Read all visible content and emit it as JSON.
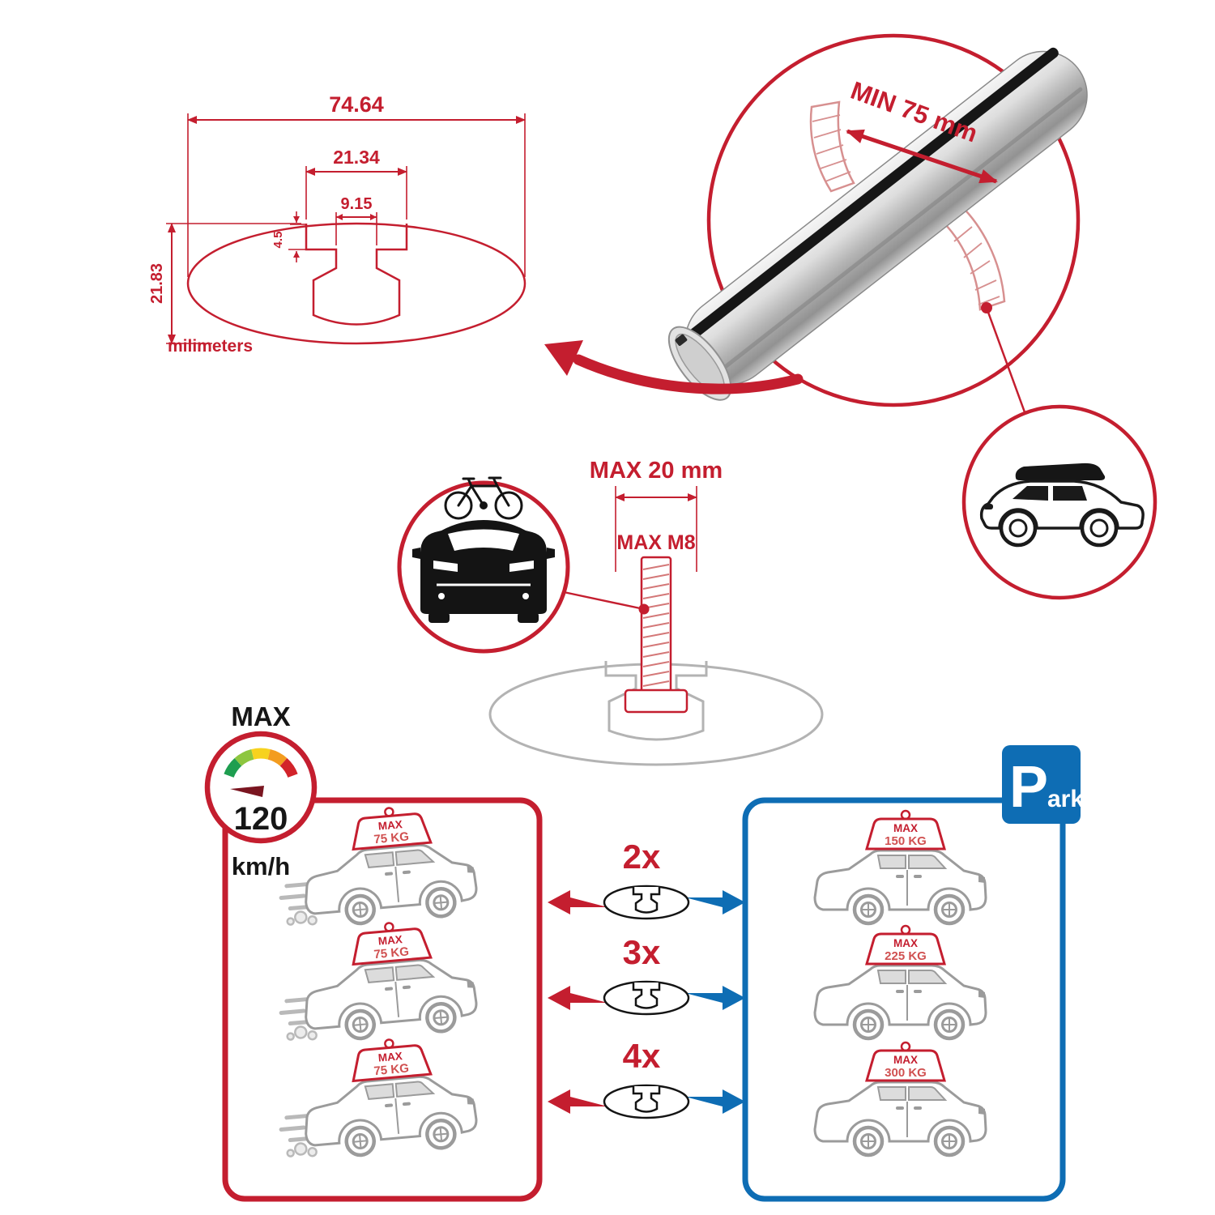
{
  "colors": {
    "brand_red": "#c41e2f",
    "parking_blue": "#0e6db4",
    "car_outline_gray": "#9b9b9b",
    "profile_gray": "#b3b3b3",
    "black": "#161616",
    "gauge_green": "#1e9e50",
    "gauge_lightgreen": "#8dc63f",
    "gauge_yellow": "#f7d21e",
    "gauge_orange": "#f39c1f",
    "gauge_red": "#d2232a"
  },
  "profile_dimensions": {
    "total_width": "74.64",
    "channel_outer_width": "21.34",
    "channel_inner_width": "9.15",
    "channel_lip_depth": "4.5",
    "total_height": "21.83",
    "units": "milimeters"
  },
  "clamp_detail": {
    "min_grip": "MIN 75 mm"
  },
  "bolt_detail": {
    "max_width": "MAX 20 mm",
    "max_thread": "MAX M8"
  },
  "speedometer": {
    "title": "MAX",
    "value": "120",
    "units": "km/h"
  },
  "parking_sign": {
    "initial": "P",
    "rest": "ark"
  },
  "driving_cars": [
    {
      "badge_title": "MAX",
      "badge_value": "75 KG"
    },
    {
      "badge_title": "MAX",
      "badge_value": "75 KG"
    },
    {
      "badge_title": "MAX",
      "badge_value": "75 KG"
    }
  ],
  "parked_cars": [
    {
      "badge_title": "MAX",
      "badge_value": "150 KG"
    },
    {
      "badge_title": "MAX",
      "badge_value": "225 KG"
    },
    {
      "badge_title": "MAX",
      "badge_value": "300 KG"
    }
  ],
  "bar_quantities": [
    {
      "label": "2x"
    },
    {
      "label": "3x"
    },
    {
      "label": "4x"
    }
  ]
}
